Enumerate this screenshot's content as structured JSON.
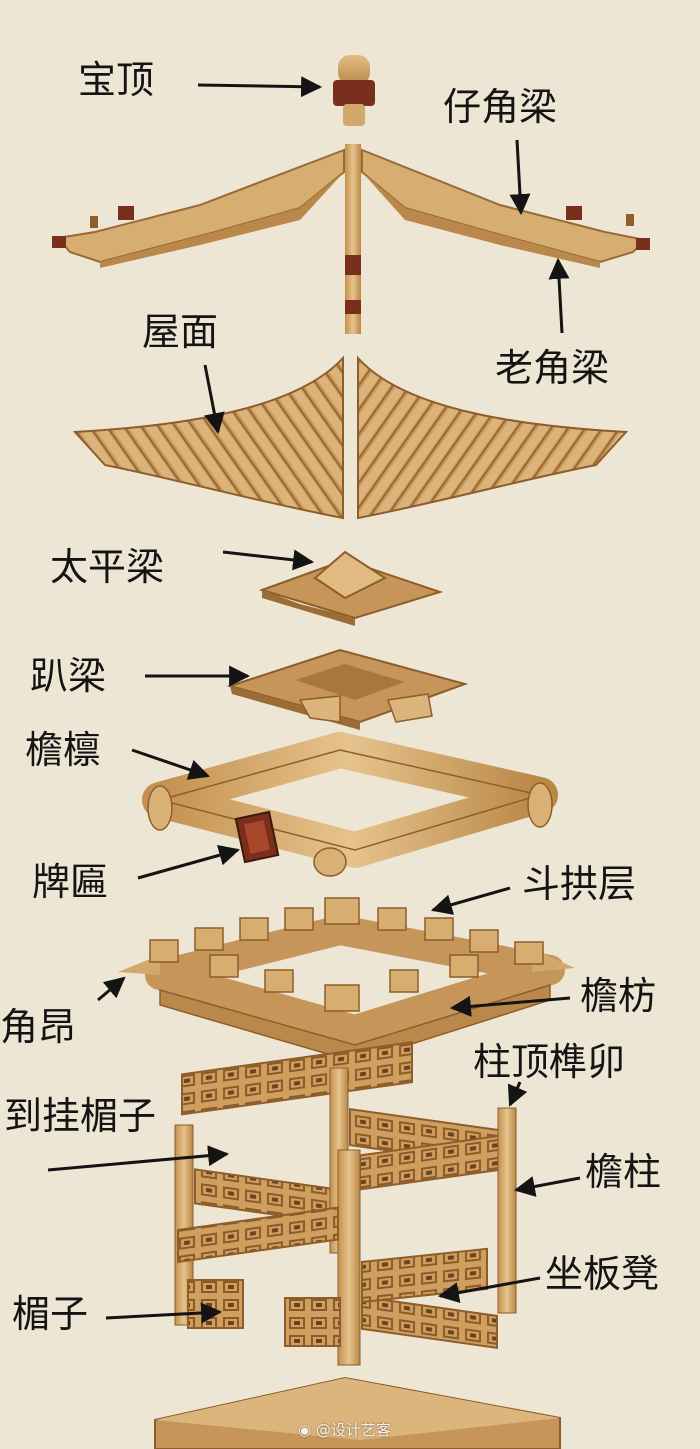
{
  "labels": {
    "baoding": "宝顶",
    "zaijiaoliang": "仔角梁",
    "laojiaoliang": "老角梁",
    "wumian": "屋面",
    "taipingliang": "太平梁",
    "paliang": "趴梁",
    "yanlin": "檐檩",
    "paibian": "牌匾",
    "dougongceng": "斗拱层",
    "jiaoang": "角昂",
    "yanfang": "檐枋",
    "zhudingsunmao": "柱顶榫卯",
    "daoguameizi": "到挂楣子",
    "yanzhu": "檐柱",
    "zuobandeng": "坐板凳",
    "meizi": "楣子"
  },
  "watermark": "@设计艺客",
  "colors": {
    "background": "#eee6d5",
    "wood_light": "#d9b176",
    "wood_mid": "#c49252",
    "wood_dark": "#8e5d2a",
    "accent_red": "#7a2e1c",
    "arrow": "#141414"
  },
  "icons": {
    "watermark": "weibo-icon"
  }
}
